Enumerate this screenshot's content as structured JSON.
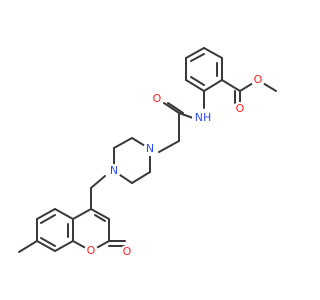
{
  "molecule": {
    "atom_labels": [
      {
        "id": "o-ester-carbonyl",
        "text": "O",
        "element": "oxygen"
      },
      {
        "id": "o-ester",
        "text": "O",
        "element": "oxygen"
      },
      {
        "id": "o-amide",
        "text": "O",
        "element": "oxygen"
      },
      {
        "id": "nh-amide",
        "text": "NH",
        "element": "nitrogen"
      },
      {
        "id": "n-piperazine-1",
        "text": "N",
        "element": "nitrogen"
      },
      {
        "id": "n-piperazine-4",
        "text": "N",
        "element": "nitrogen"
      },
      {
        "id": "o-coumarin-ring",
        "text": "O",
        "element": "oxygen"
      },
      {
        "id": "o-coumarin-carbonyl",
        "text": "O",
        "element": "oxygen"
      }
    ],
    "colors": {
      "bond": "#3a3a3a",
      "oxygen": "#ff1f1f",
      "nitrogen": "#2d4bff",
      "background": "#ffffff"
    }
  }
}
